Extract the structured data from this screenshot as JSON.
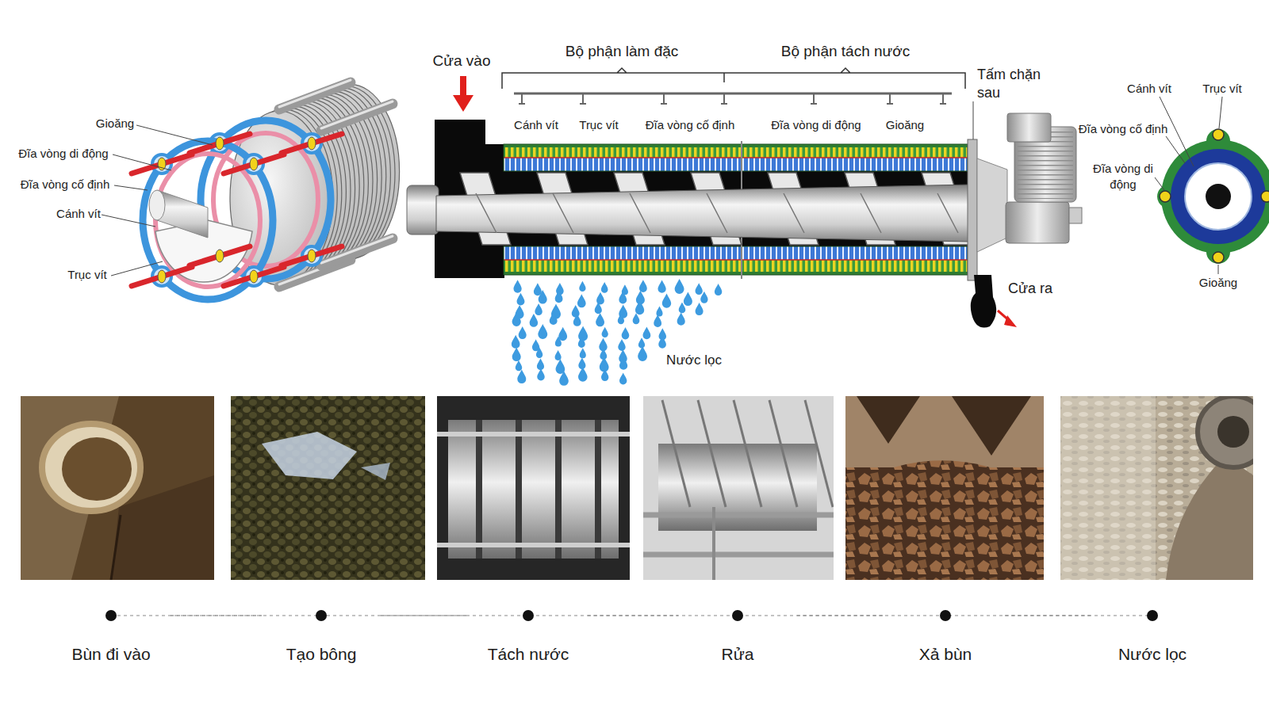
{
  "diagram": {
    "nodes": [
      {
        "text": [
          "Bùn đi vào"
        ]
      },
      {
        "text": [
          "Tạo bông"
        ]
      },
      {
        "text": [
          "Tách nước"
        ]
      },
      {
        "text": [
          "Rửa"
        ]
      },
      {
        "text": [
          "Xả bùn"
        ]
      },
      {
        "text": [
          "Nước lọc"
        ]
      }
    ],
    "edges": [
      {
        "from": 0,
        "to": 1,
        "arrow": "none"
      },
      {
        "from": 1,
        "to": 2,
        "arrow": "none"
      },
      {
        "from": 2,
        "to": 3,
        "arrow": "none"
      },
      {
        "from": 3,
        "to": 4,
        "arrow": "none"
      },
      {
        "from": 4,
        "to": 5,
        "arrow": "none"
      }
    ],
    "labels": [
      "Gioăng",
      "Đĩa vòng di động",
      "Đĩa vòng cố định",
      "Cánh vít",
      "Trục vít",
      "Cửa vào",
      "Bộ phận làm đặc",
      "Bộ phận tách nước",
      "Tấm chặn sau",
      "Cánh vít",
      "Trục vít",
      "Đĩa vòng cố định",
      "Đĩa vòng di động",
      "Gioăng",
      "Cửa ra",
      "Nước lọc",
      "Cánh vít",
      "Trục vít",
      "Đĩa vòng cố định",
      "Đĩa vòng di động",
      "Gioăng"
    ]
  }
}
